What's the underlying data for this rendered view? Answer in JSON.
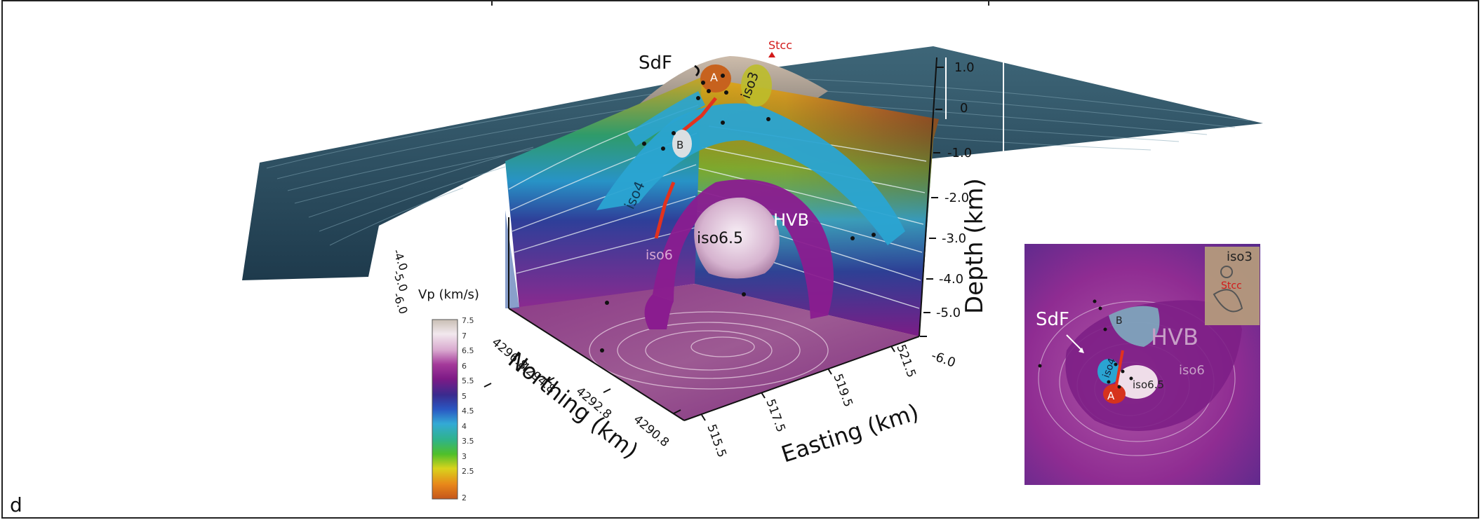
{
  "panel": {
    "letter": "d"
  },
  "labels": {
    "sdf": "SdF",
    "stcc": "Stcc",
    "a": "A",
    "b": "B",
    "iso3": "iso3",
    "iso4": "iso4",
    "iso6": "iso6",
    "iso65": "iso6.5",
    "hvb": "HVB"
  },
  "depth_axis": {
    "title": "Depth (km)",
    "ticks": [
      "1.0",
      "0",
      "-1.0",
      "-2.0",
      "-3.0",
      "-4.0",
      "-5.0",
      "-6.0"
    ]
  },
  "left_depth_ticks": [
    "-4.0",
    "-5.0",
    "-6.0"
  ],
  "northing_axis": {
    "title": "Northing (km)",
    "ticks": [
      "4296.8",
      "4294.8",
      "4292.8",
      "4290.8"
    ]
  },
  "easting_axis": {
    "title": "Easting (km)",
    "ticks": [
      "515.5",
      "517.5",
      "519.5",
      "521.5"
    ]
  },
  "colorbar": {
    "title": "Vp (km/s)",
    "ticks": [
      "7.5",
      "7",
      "6.5",
      "6",
      "5.5",
      "5",
      "4.5",
      "4",
      "3.5",
      "3",
      "2.5",
      "2"
    ],
    "colors": [
      "#c9bfb4",
      "#f2e8ee",
      "#d9a9cf",
      "#a43a9a",
      "#7d1a86",
      "#3a2b8e",
      "#2a57c2",
      "#33a9d6",
      "#2fb38a",
      "#4fbf2a",
      "#d9d31c",
      "#e8861a",
      "#c4561b"
    ]
  },
  "inset": {
    "sdf": "SdF",
    "hvb": "HVB",
    "iso6": "iso6",
    "iso65": "iso6.5",
    "iso4": "iso4",
    "a": "A",
    "b": "B",
    "iso3": "iso3",
    "stcc": "Stcc"
  }
}
